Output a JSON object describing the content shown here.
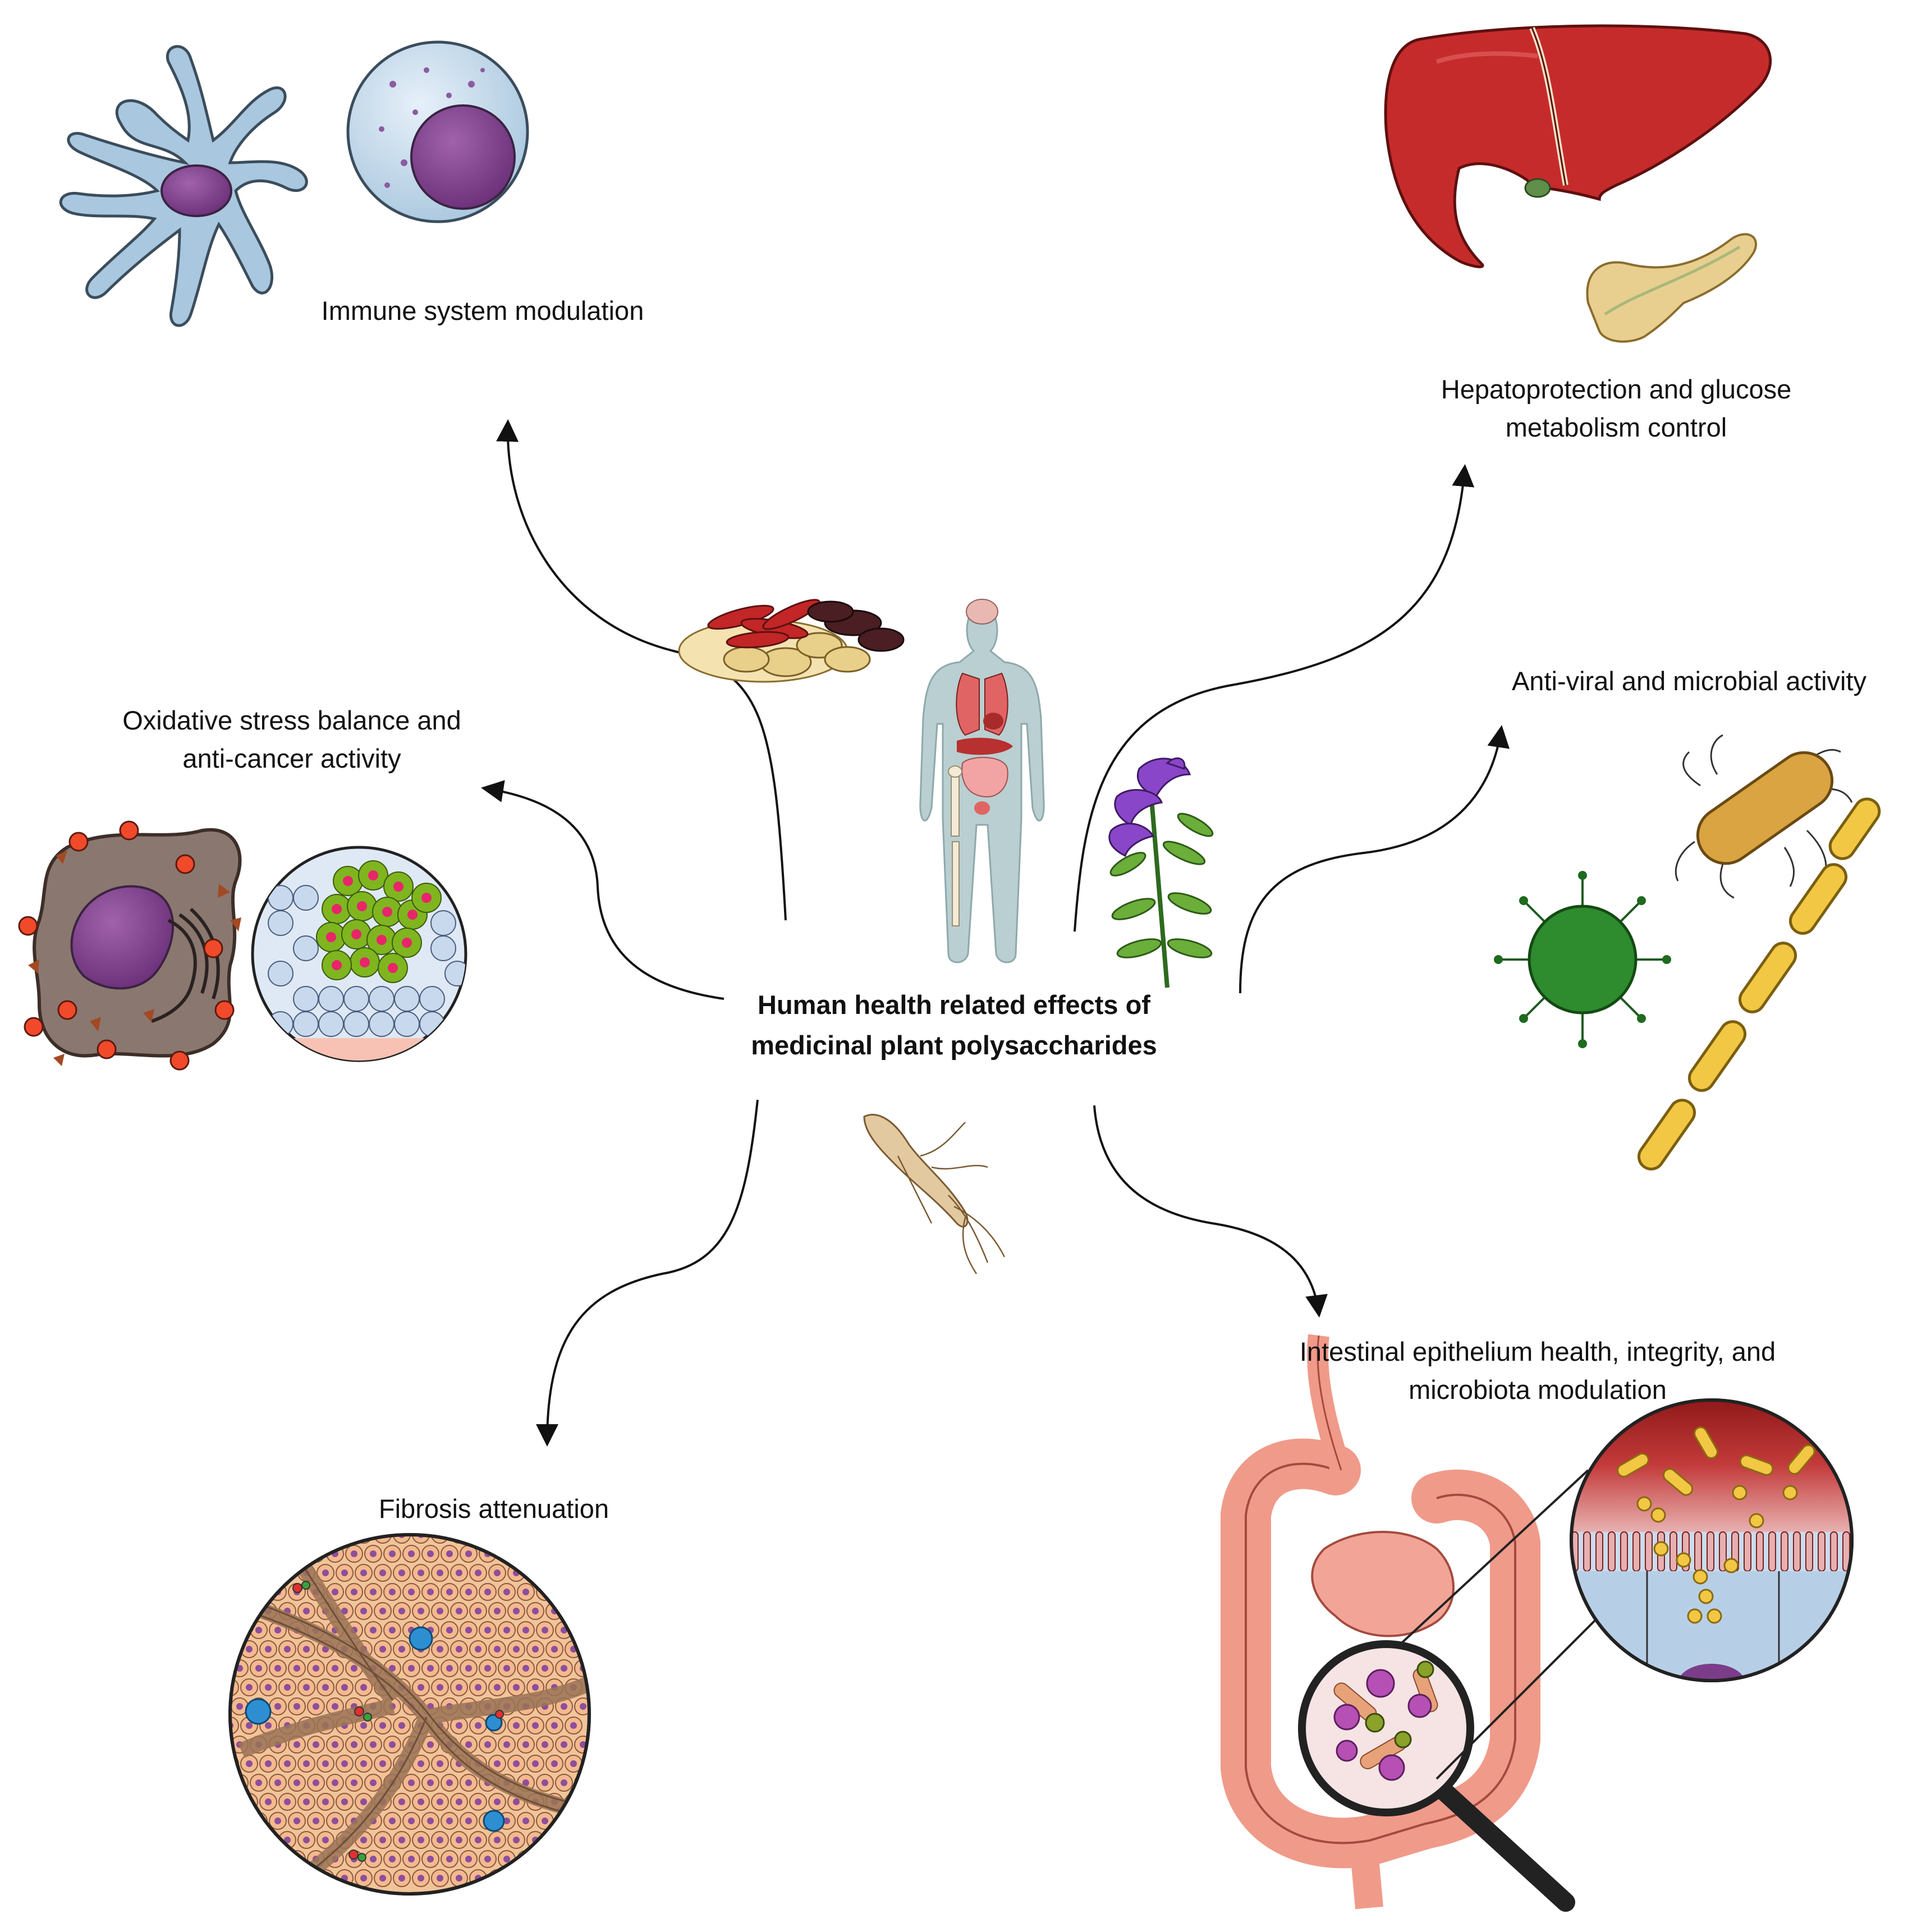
{
  "center": {
    "line1": "Human health related effects of",
    "line2": "medicinal plant polysaccharides"
  },
  "effects": {
    "immune": "Immune system modulation",
    "hepato_line1": "Hepatoprotection and glucose",
    "hepato_line2": "metabolism control",
    "oxidative_line1": "Oxidative stress balance and",
    "oxidative_line2": "anti-cancer activity",
    "antiviral": "Anti-viral and microbial activity",
    "fibrosis": "Fibrosis attenuation",
    "intestinal_line1": "Intestinal epithelium health, integrity, and",
    "intestinal_line2": "microbiota modulation"
  },
  "colors": {
    "arrow": "#111111",
    "liver": "#c62b2b",
    "pancreas": "#e9cf8f",
    "cell_blue": "#a9c7de",
    "nucleus_purple": "#7b3d8a",
    "virus_green": "#2e8b2e",
    "bacteria_yellow": "#f2c744",
    "intestine_pink": "#f09a8a",
    "cancer_brown": "#8a776f",
    "radical_red": "#f04a2a",
    "flower_purple": "#8a46c8",
    "body_gray": "#b9cfd1"
  }
}
